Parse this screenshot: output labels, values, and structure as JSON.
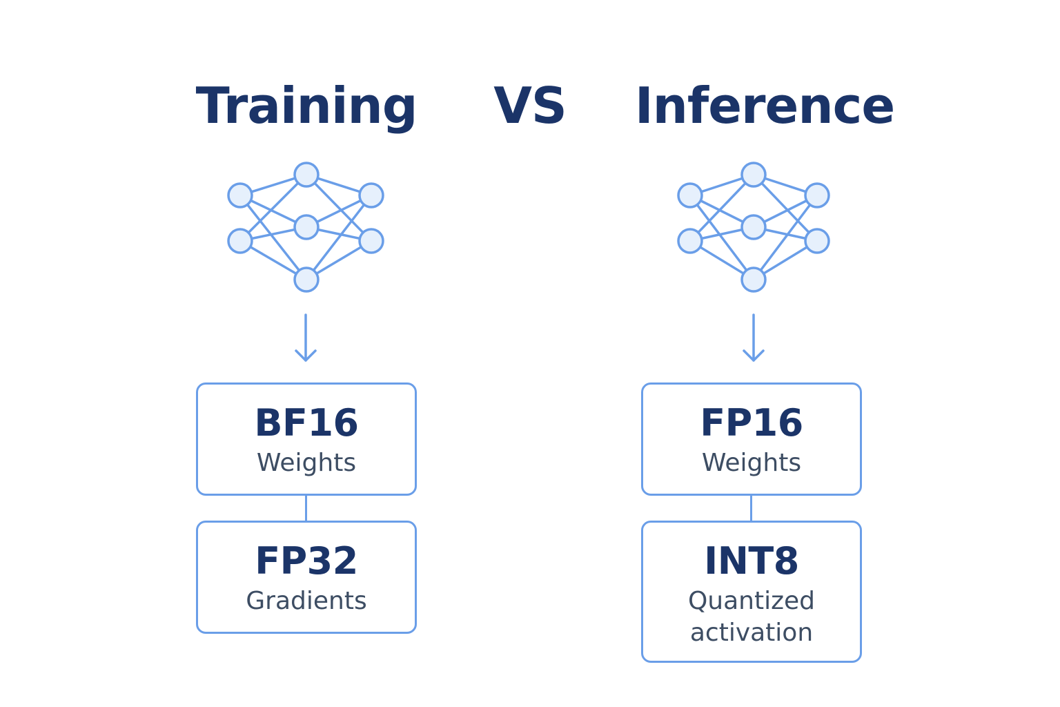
{
  "colors": {
    "title": "#1b3468",
    "node_fill": "#e6f0fc",
    "stroke": "#6a9ee8",
    "secondary_text": "#3d4d63"
  },
  "left": {
    "title": "Training",
    "icon": "neural-network-icon",
    "top_box": {
      "primary": "BF16",
      "secondary": "Weights"
    },
    "bottom_box": {
      "primary": "FP32",
      "secondary": "Gradients"
    }
  },
  "vs_label": "VS",
  "right": {
    "title": "Inference",
    "icon": "neural-network-icon",
    "top_box": {
      "primary": "FP16",
      "secondary": "Weights"
    },
    "bottom_box": {
      "primary": "INT8",
      "secondary_line1": "Quantized",
      "secondary_line2": "activation"
    }
  }
}
